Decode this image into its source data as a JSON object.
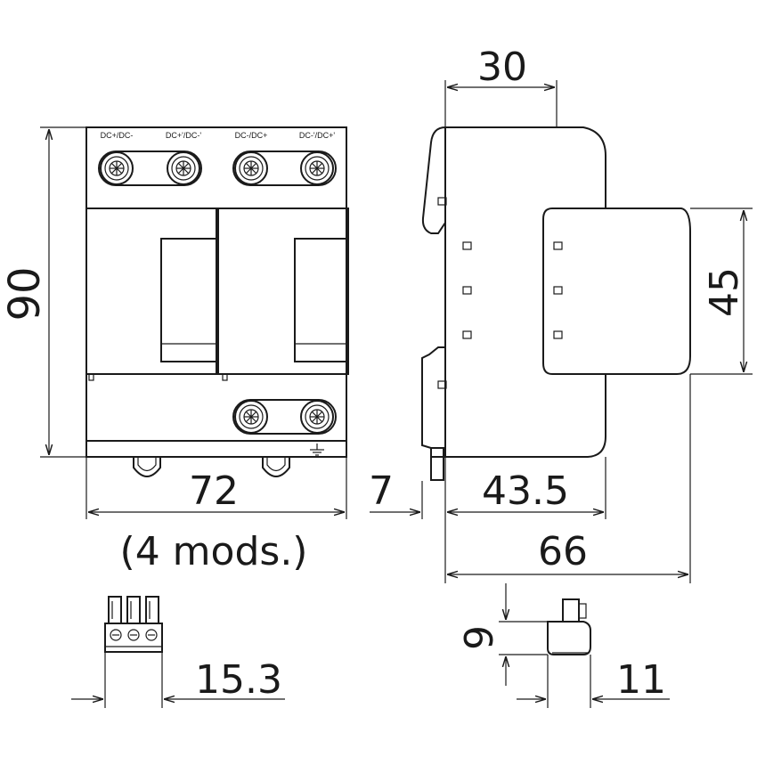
{
  "front_view": {
    "terminal_labels": [
      "DC+/DC-",
      "DC+'/DC-'",
      "DC-/DC+",
      "DC-'/DC+'"
    ],
    "height_dim": "90",
    "width_dim": "72",
    "modules_note": "(4 mods.)"
  },
  "side_view": {
    "top_dim": "30",
    "right_dim": "45",
    "rail_dim": "7",
    "body_dim": "43.5",
    "total_dim": "66"
  },
  "details": {
    "connector_dim": "15.3",
    "clip_height_dim": "9",
    "clip_width_dim": "11"
  },
  "icons": [
    "ground-symbol-icon",
    "screw-terminal-icon"
  ]
}
